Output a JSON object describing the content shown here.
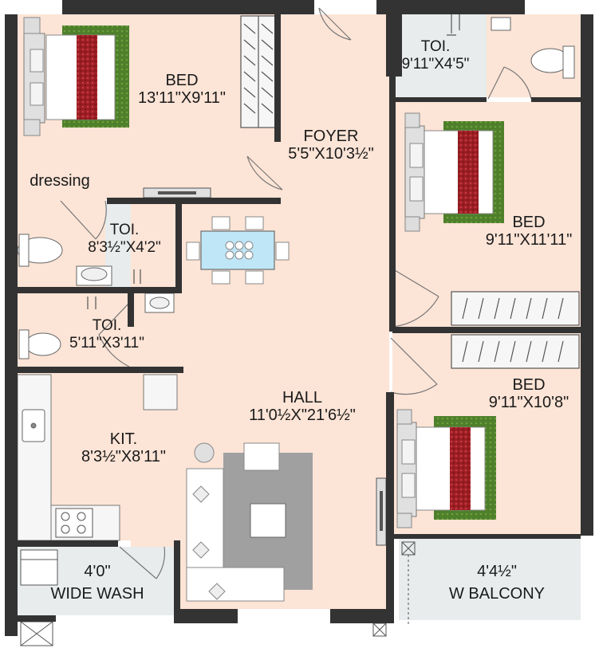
{
  "colors": {
    "floor": "#fce4d6",
    "wet_area": "#e8ecec",
    "wall": "#333333",
    "bed_green": "#4e7f2a",
    "bed_red": "#9b1e24",
    "rug": "#a0a0a0",
    "table_top": "#bfe6f7"
  },
  "rooms": {
    "bed_master": {
      "name": "BED",
      "size": "13'11\"X9'11\""
    },
    "foyer": {
      "name": "FOYER",
      "size": "5'5\"X10'3½\""
    },
    "toilet_top_right": {
      "name": "TOI.",
      "size": "9'11\"X4'5\""
    },
    "bed_right_top": {
      "name": "BED",
      "size": "9'11\"X11'11\""
    },
    "dressing": {
      "name": "dressing"
    },
    "toilet_mid": {
      "name": "TOI.",
      "size": "8'3½\"X4'2\""
    },
    "toilet_small": {
      "name": "TOI.",
      "size": "5'11\"X3'11\""
    },
    "hall": {
      "name": "HALL",
      "size": "11'0½X\"21'6½\""
    },
    "bed_right_bottom": {
      "name": "BED",
      "size": "9'11\"X10'8\""
    },
    "kitchen": {
      "name": "KIT.",
      "size": "8'3½\"X8'11\""
    },
    "wash": {
      "name": "WIDE WASH",
      "size": "4'0\""
    },
    "balcony": {
      "name": "W BALCONY",
      "size": "4'4½\""
    }
  },
  "icons": [
    "bed-icon",
    "wardrobe-icon",
    "door-swing-icon",
    "toilet-icon",
    "washbasin-icon",
    "dining-table-icon",
    "sofa-icon",
    "stove-icon",
    "sink-icon",
    "tv-unit-icon"
  ]
}
